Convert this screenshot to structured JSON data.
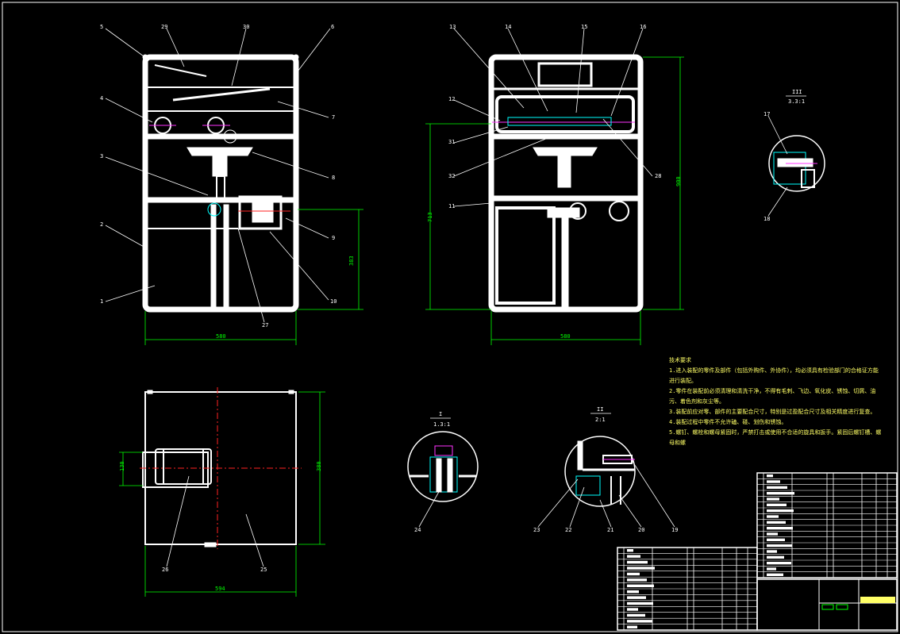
{
  "views": {
    "front_parts": [
      "5",
      "29",
      "30",
      "6",
      "4",
      "7",
      "3",
      "8",
      "2",
      "9",
      "1",
      "10",
      "27"
    ],
    "side_parts": [
      "13",
      "14",
      "15",
      "16",
      "12",
      "31",
      "32",
      "28",
      "11"
    ],
    "top_parts": [
      "26",
      "25"
    ],
    "detail_iii_parts": [
      "17",
      "18"
    ],
    "detail_i_parts": [
      "24"
    ],
    "detail_ii_parts": [
      "23",
      "22",
      "21",
      "20",
      "19"
    ]
  },
  "dimensions": {
    "front_width": "580",
    "front_height_right": "383",
    "side_width": "580",
    "side_height_left": "713",
    "side_height_right": "900",
    "top_width": "594",
    "top_height": "380",
    "top_small": "130"
  },
  "detail_labels": {
    "iii": "III",
    "iii_scale": "3.3:1",
    "i": "I",
    "i_scale": "1.3:1",
    "ii": "II",
    "ii_scale": "2:1"
  },
  "notes": {
    "title": "技术要求",
    "lines": [
      "1.进入装配的零件及部件（包括外购件、外协件），均必须具有检验部门的合格证方能进行装配。",
      "2.零件在装配前必须清理和清洗干净，不得有毛刺、飞边、氧化皮、锈蚀、切屑、油污、着色剂和灰尘等。",
      "3.装配前应对零、部件的主要配合尺寸，特别是过盈配合尺寸及相关精度进行复查。",
      "4.装配过程中零件不允许磕、碰、划伤和锈蚀。",
      "5.螺钉、螺栓和螺母紧固时，严禁打击或使用不合适的旋具和扳手。紧固后螺钉槽、螺母和螺"
    ]
  }
}
